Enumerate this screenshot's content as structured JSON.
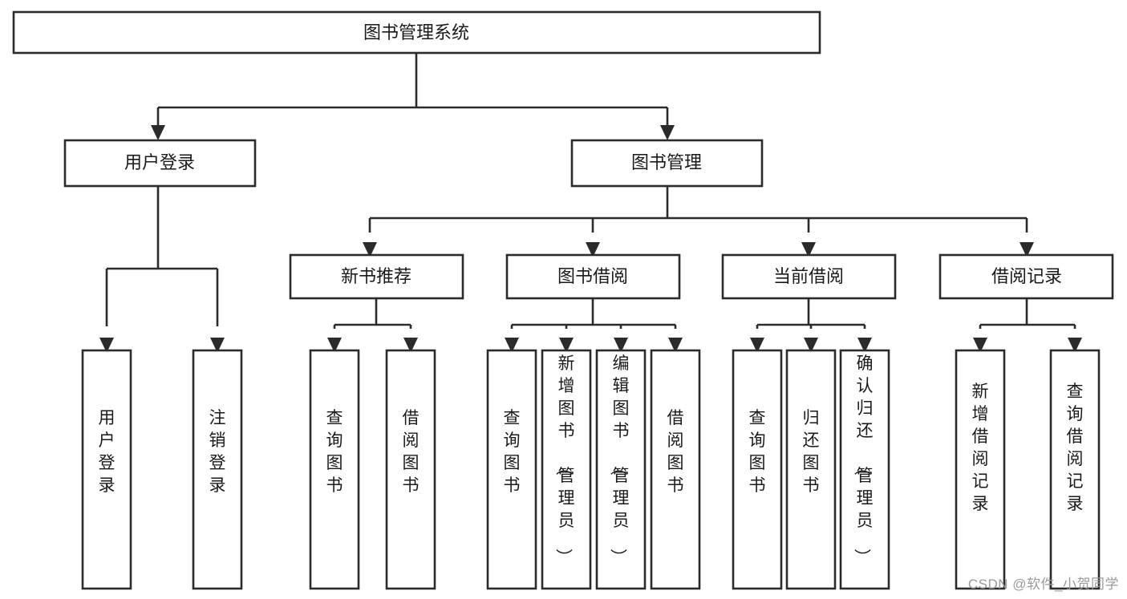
{
  "diagram": {
    "type": "tree-hierarchy-chart",
    "title": "图书管理系统",
    "watermark": "CSDN @软件_小贺同学",
    "colors": {
      "stroke": "#2b2b2b",
      "fill": "#ffffff",
      "text": "#1a1a1a",
      "watermark": "#9a9a9a"
    },
    "root": {
      "label": "图书管理系统",
      "orientation": "horizontal"
    },
    "level1": [
      {
        "label": "用户登录",
        "orientation": "horizontal"
      },
      {
        "label": "图书管理",
        "orientation": "horizontal"
      }
    ],
    "level2": [
      {
        "label": "新书推荐",
        "orientation": "horizontal",
        "parent": "图书管理"
      },
      {
        "label": "图书借阅",
        "orientation": "horizontal",
        "parent": "图书管理"
      },
      {
        "label": "当前借阅",
        "orientation": "horizontal",
        "parent": "图书管理"
      },
      {
        "label": "借阅记录",
        "orientation": "horizontal",
        "parent": "图书管理"
      }
    ],
    "leaves": {
      "用户登录": [
        {
          "label": "用户登录",
          "orientation": "vertical"
        },
        {
          "label": "注销登录",
          "orientation": "vertical"
        }
      ],
      "新书推荐": [
        {
          "label": "查询图书",
          "orientation": "vertical"
        },
        {
          "label": "借阅图书",
          "orientation": "vertical"
        }
      ],
      "图书借阅": [
        {
          "label": "查询图书",
          "orientation": "vertical"
        },
        {
          "label": "新增图书（管理员）",
          "orientation": "vertical"
        },
        {
          "label": "编辑图书（管理员）",
          "orientation": "vertical"
        },
        {
          "label": "借阅图书",
          "orientation": "vertical"
        }
      ],
      "当前借阅": [
        {
          "label": "查询图书",
          "orientation": "vertical"
        },
        {
          "label": "归还图书",
          "orientation": "vertical"
        },
        {
          "label": "确认归还（管理员）",
          "orientation": "vertical"
        }
      ],
      "借阅记录": [
        {
          "label": "新增借阅记录",
          "orientation": "vertical"
        },
        {
          "label": "查询借阅记录",
          "orientation": "vertical"
        }
      ]
    }
  },
  "nodes": {
    "root": "图书管理系统",
    "l1_user_login": "用户登录",
    "l1_book_mgmt": "图书管理",
    "l2_new_book_rec": "新书推荐",
    "l2_book_borrow": "图书借阅",
    "l2_current_borrow": "当前借阅",
    "l2_borrow_record": "借阅记录",
    "leaf_user_login": "用户登录",
    "leaf_logout": "注销登录",
    "leaf_query_book_a": "查询图书",
    "leaf_borrow_book_a": "借阅图书",
    "leaf_query_book_b": "查询图书",
    "leaf_add_book": "新增图书（管理员）",
    "leaf_edit_book": "编辑图书（管理员）",
    "leaf_borrow_book_b": "借阅图书",
    "leaf_query_book_c": "查询图书",
    "leaf_return_book": "归还图书",
    "leaf_confirm_return": "确认归还（管理员）",
    "leaf_add_record": "新增借阅记录",
    "leaf_query_record": "查询借阅记录"
  }
}
